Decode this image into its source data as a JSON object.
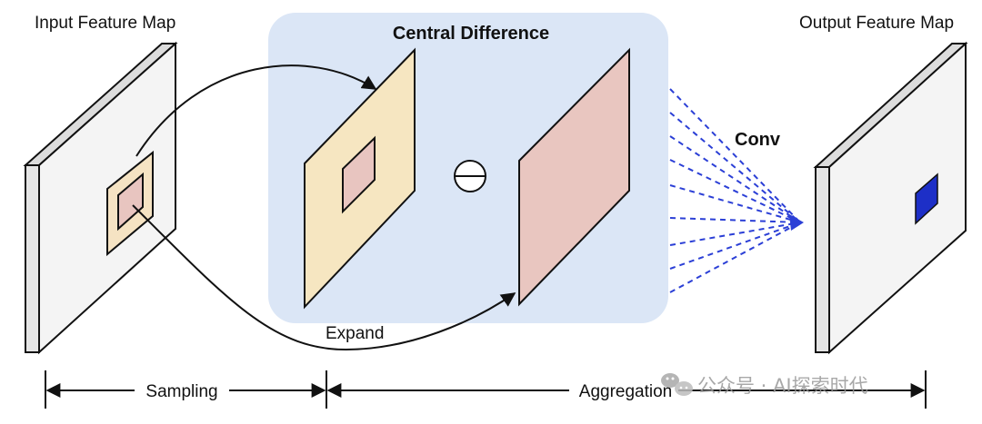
{
  "labels": {
    "input_feature_map": "Input Feature Map",
    "central_difference": "Central Difference",
    "output_feature_map": "Output Feature Map",
    "conv": "Conv",
    "expand": "Expand",
    "minus_symbol": "⊖"
  },
  "timeline": {
    "sampling": "Sampling",
    "aggregation": "Aggregation"
  },
  "watermark": "公众号 · AI探索时代",
  "colors": {
    "central_panel": "#dbe6f6",
    "sampled_patch": "#f5e3c3",
    "difference_plane": "#f6e6c1",
    "result_plane": "#e9c6c0",
    "inner_patch": "#e8c5c0",
    "conv_lines": "#2b3fd6",
    "output_pixel": "#1d2fc7",
    "block_front": "#f4f4f4",
    "block_side": "#e4e4e4",
    "block_top": "#dcdcdc"
  }
}
